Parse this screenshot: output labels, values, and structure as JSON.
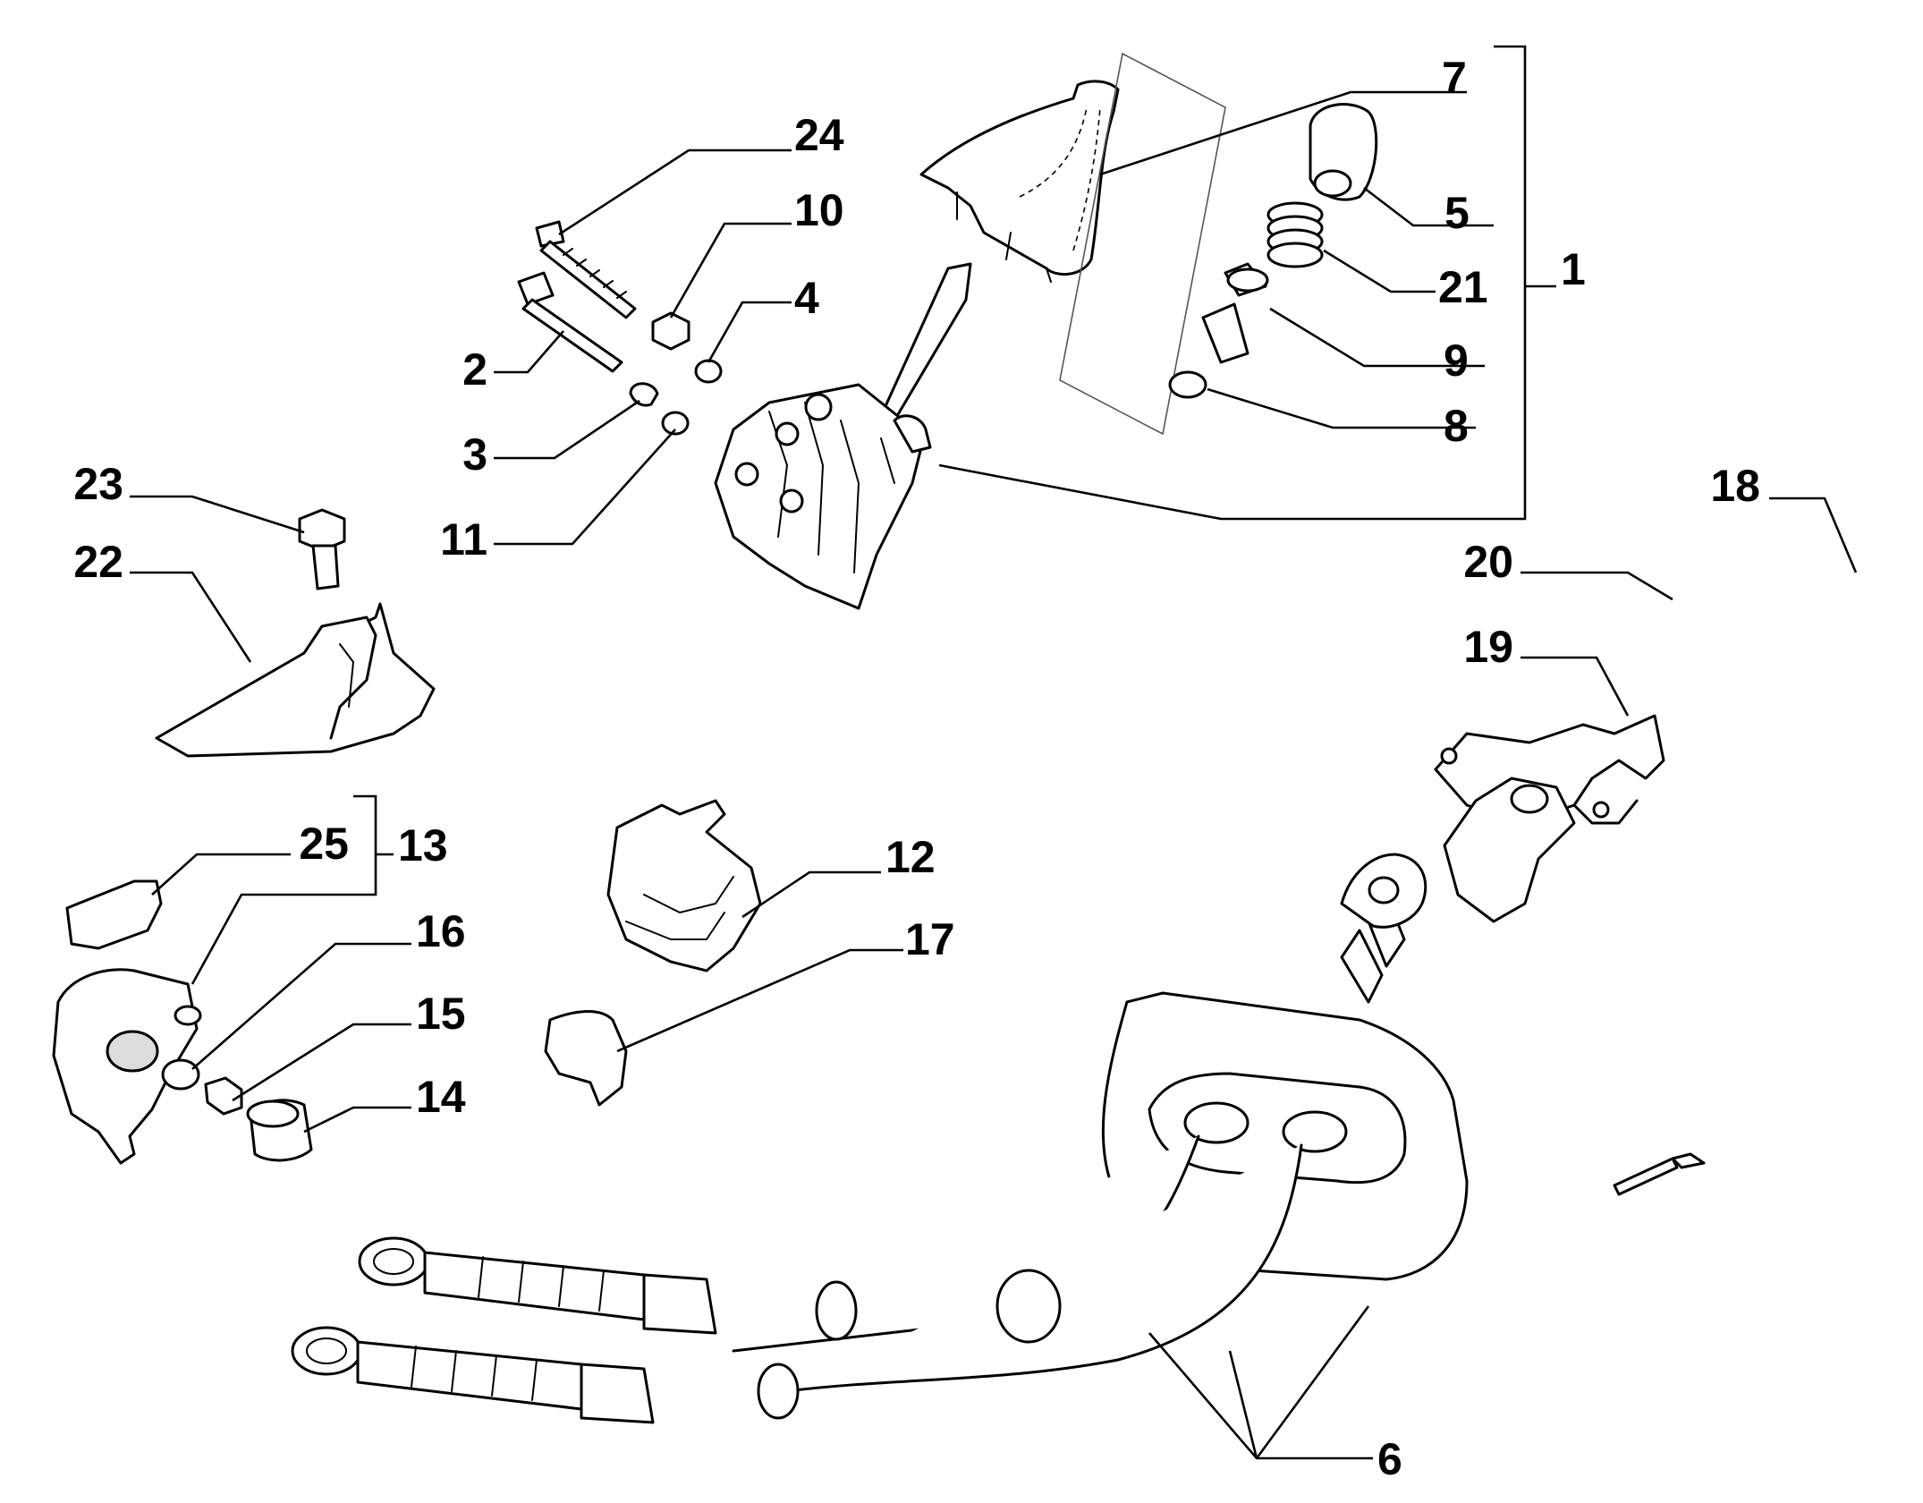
{
  "callouts": {
    "c1": "1",
    "c2": "2",
    "c3": "3",
    "c4": "4",
    "c5": "5",
    "c6": "6",
    "c7": "7",
    "c8": "8",
    "c9": "9",
    "c10": "10",
    "c11": "11",
    "c12": "12",
    "c13": "13",
    "c14": "14",
    "c15": "15",
    "c16": "16",
    "c17": "17",
    "c18": "18",
    "c19": "19",
    "c20": "20",
    "c21": "21",
    "c22": "22",
    "c23": "23",
    "c24": "24",
    "c25": "25"
  },
  "colors": {
    "ink": "#000000",
    "paper": "#ffffff",
    "shade": "#dcdcdc"
  }
}
